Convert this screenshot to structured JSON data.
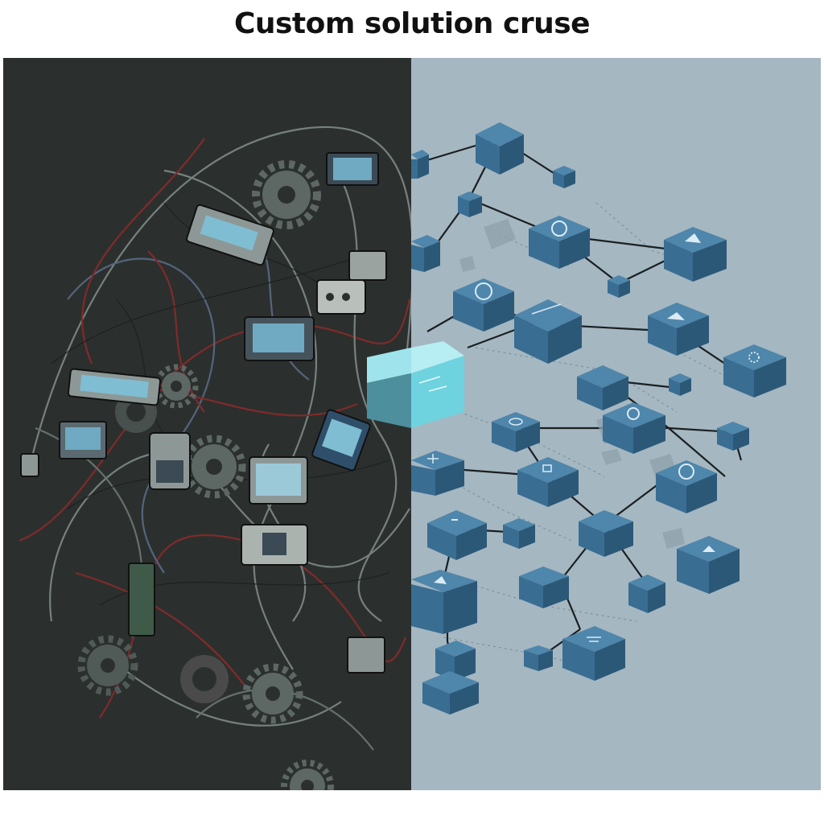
{
  "title": "Custom solution cruse",
  "colors": {
    "left_background": "#2b302e",
    "right_background": "#a5b7c1",
    "cube_top": "#4f86ab",
    "cube_left": "#3a6d92",
    "cube_right": "#2c5878",
    "glow_cube": "#6fd3df",
    "cable_red": "#8b2a2a",
    "cable_gray": "#7f8a87",
    "gear": "#5d6764",
    "screen": "#6fa9c2"
  },
  "panels": {
    "left": {
      "theme": "tangled-machinery"
    },
    "right": {
      "theme": "organized-cube-network"
    }
  }
}
